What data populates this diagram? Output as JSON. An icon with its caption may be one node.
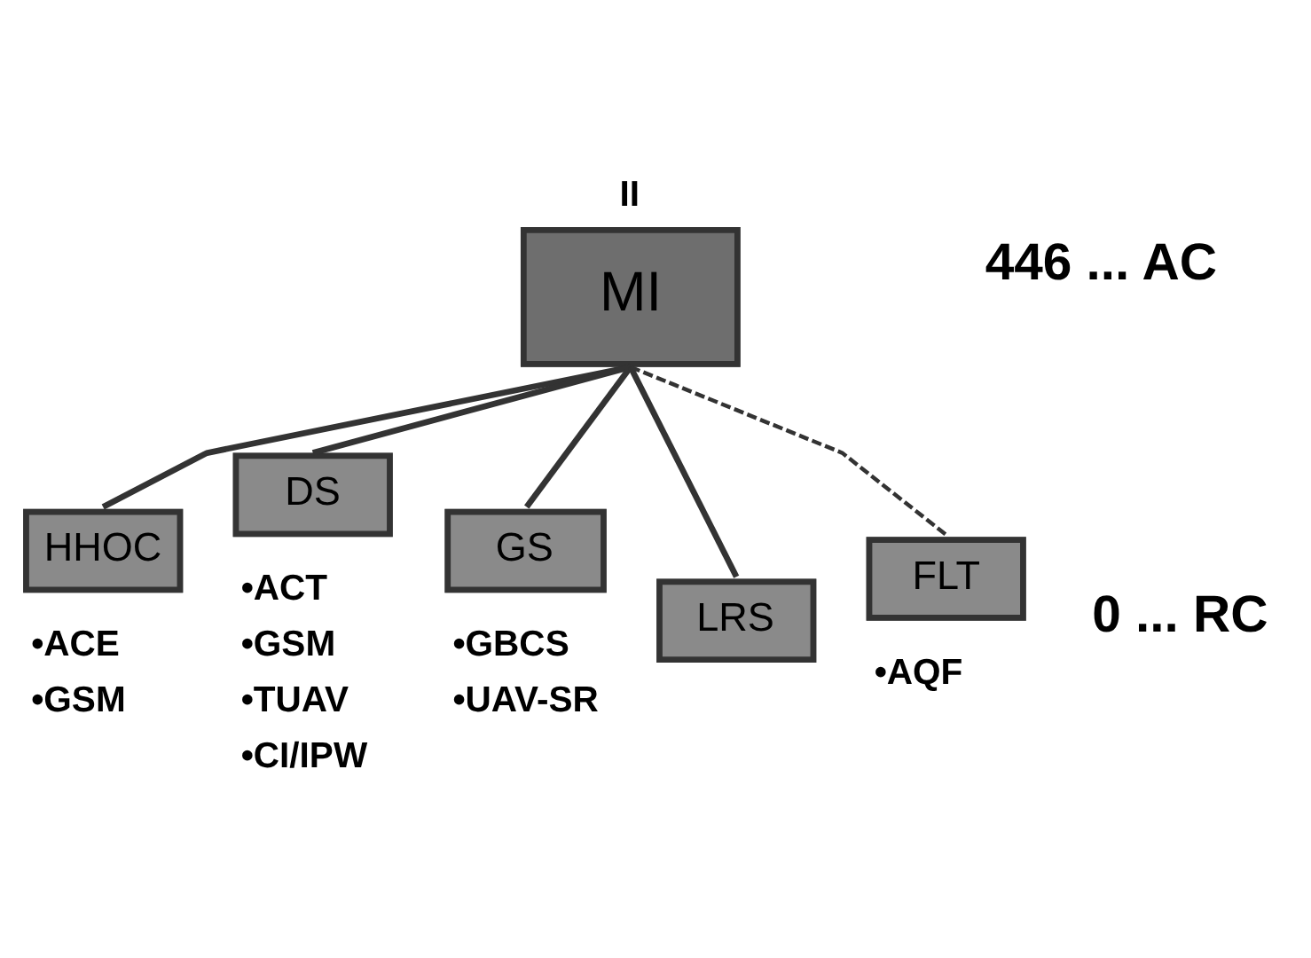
{
  "diagram": {
    "nodes": [
      {
        "text": [
          "MI"
        ],
        "beside": [
          "II"
        ]
      },
      {
        "text": [
          "HHOC"
        ],
        "beside": [
          "•ACE",
          "•GSM"
        ]
      },
      {
        "text": [
          "DS"
        ],
        "beside": [
          "•ACT",
          "•GSM",
          "•TUAV",
          "•CI/IPW"
        ]
      },
      {
        "text": [
          "GS"
        ],
        "beside": [
          "•GBCS",
          "•UAV-SR"
        ]
      },
      {
        "text": [
          "LRS"
        ]
      },
      {
        "text": [
          "FLT"
        ],
        "beside": [
          "•AQF"
        ]
      }
    ],
    "edges": [
      {
        "from": 0,
        "to": 1,
        "arrow": "none"
      },
      {
        "from": 0,
        "to": 2,
        "arrow": "none"
      },
      {
        "from": 0,
        "to": 3,
        "arrow": "none"
      },
      {
        "from": 0,
        "to": 4,
        "arrow": "none"
      },
      {
        "from": 0,
        "to": 5,
        "arrow": "none",
        "style": "dashed"
      }
    ],
    "labels": [
      "446 ... AC",
      "0 ... RC"
    ]
  }
}
